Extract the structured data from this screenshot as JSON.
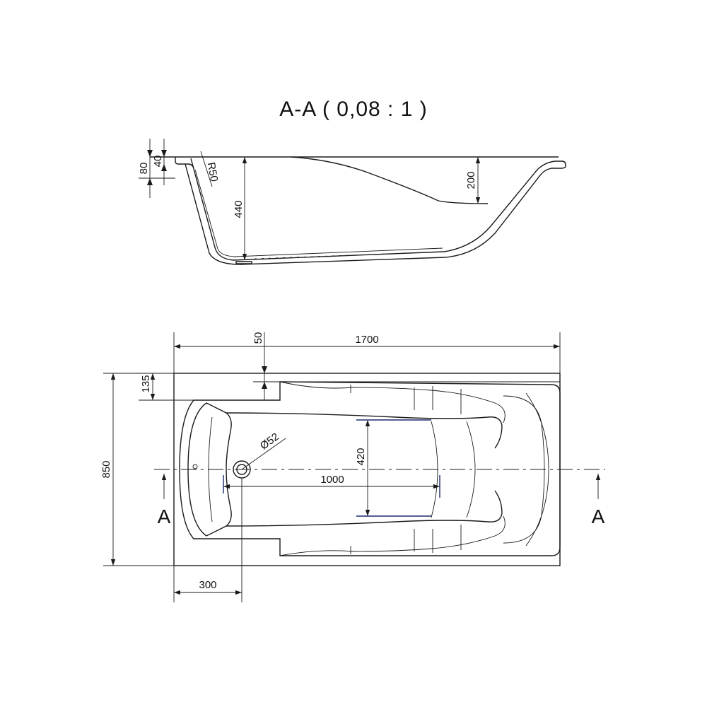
{
  "section": {
    "title": "A-A ( 0,08 : 1 )",
    "dims": {
      "d80": "80",
      "d40": "40",
      "r50": "R50",
      "d440": "440",
      "d200": "200"
    }
  },
  "plan": {
    "dims": {
      "length": "1700",
      "d50": "50",
      "d135": "135",
      "width": "850",
      "drain": "Ø52",
      "d420": "420",
      "d1000": "1000",
      "d300": "300"
    },
    "section_marks": {
      "left": "A",
      "right": "A"
    }
  }
}
